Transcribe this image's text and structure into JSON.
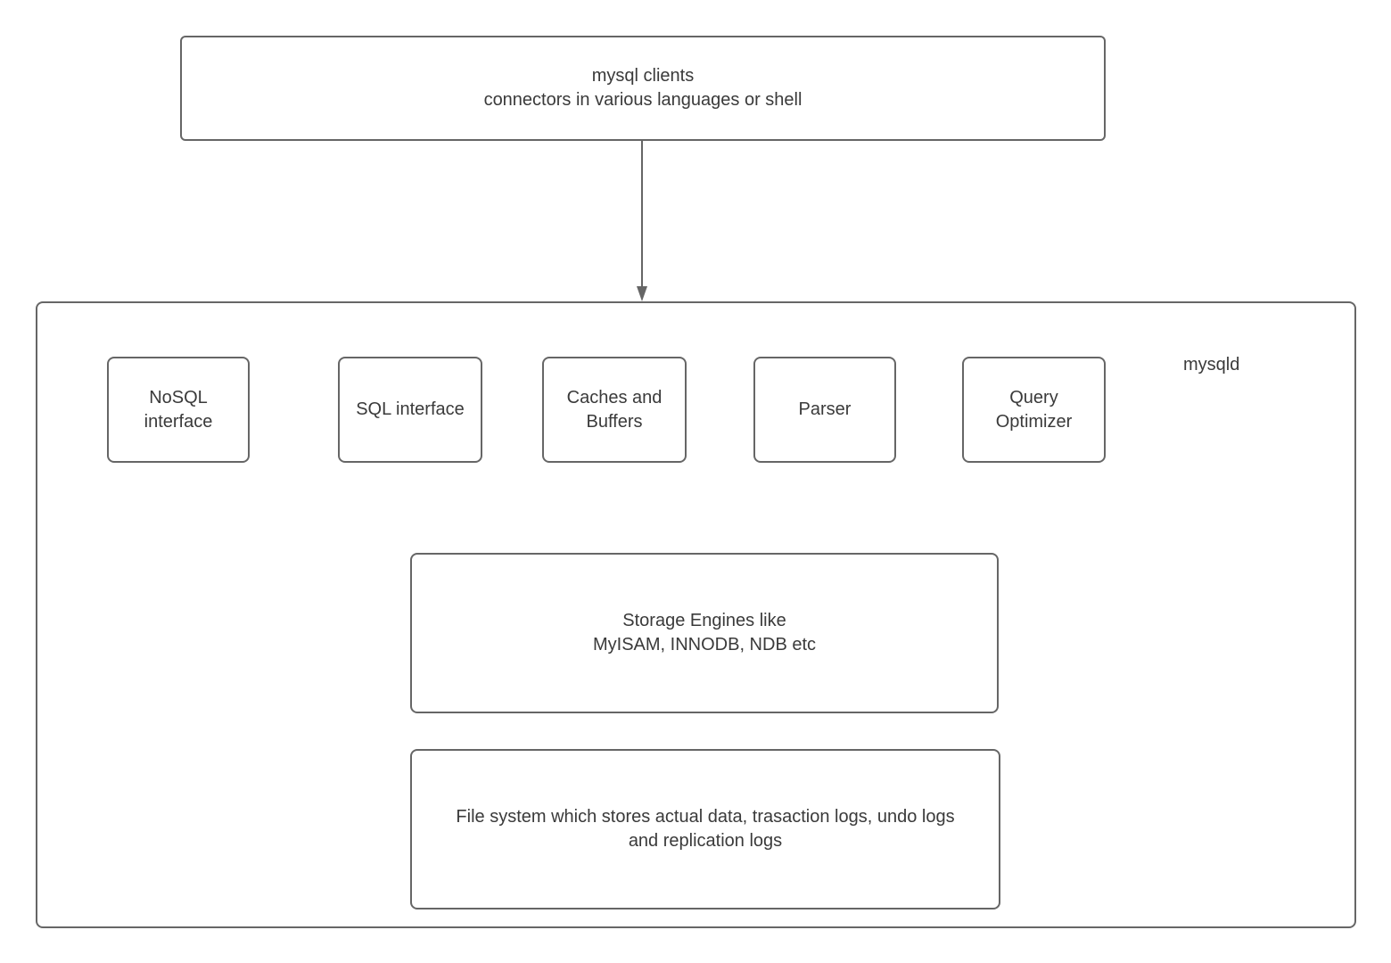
{
  "diagram": {
    "title_hint": "MySQL architecture diagram",
    "colors": {
      "border": "#666666",
      "text": "#3a3a3a",
      "background": "#ffffff"
    },
    "clients_box": {
      "label": "mysql clients\nconnectors in various languages or shell"
    },
    "mysqld": {
      "label": "mysqld"
    },
    "components": [
      {
        "label": "NoSQL\ninterface"
      },
      {
        "label": "SQL interface"
      },
      {
        "label": "Caches and\nBuffers"
      },
      {
        "label": "Parser"
      },
      {
        "label": "Query\nOptimizer"
      }
    ],
    "storage_box": {
      "label": "Storage Engines like\nMyISAM, INNODB, NDB etc"
    },
    "filesystem_box": {
      "label": "File system which stores actual data, trasaction logs, undo logs\nand replication logs"
    }
  }
}
